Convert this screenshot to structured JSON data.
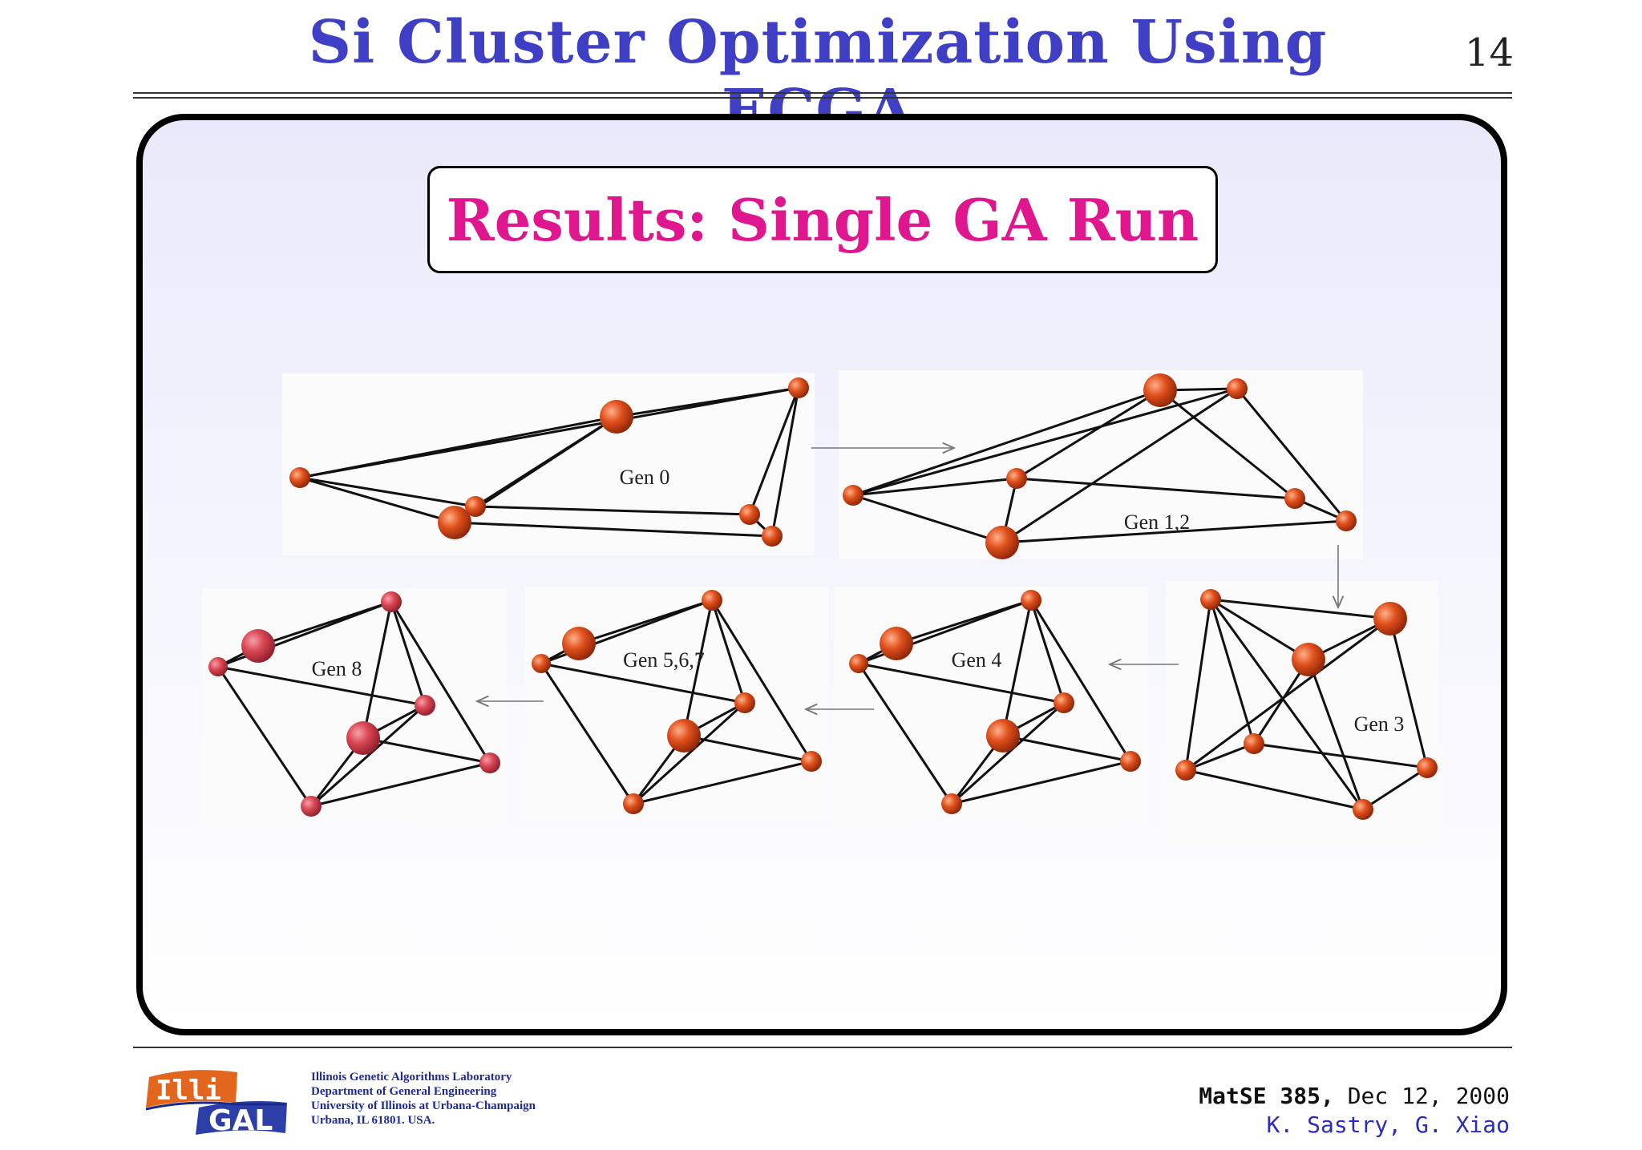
{
  "header": {
    "title": "Si Cluster Optimization Using ECGA",
    "slide_number": "14"
  },
  "panel": {
    "subtitle": "Results: Single GA Run"
  },
  "generations": [
    {
      "id": "gen0",
      "label": "Gen 0"
    },
    {
      "id": "gen12",
      "label": "Gen 1,2"
    },
    {
      "id": "gen3",
      "label": "Gen 3"
    },
    {
      "id": "gen4",
      "label": "Gen 4"
    },
    {
      "id": "gen567",
      "label": "Gen 5,6,7"
    },
    {
      "id": "gen8",
      "label": "Gen 8"
    }
  ],
  "colors": {
    "title": "#3f3fc6",
    "subtitle": "#e0168f",
    "atom": "#d9471a",
    "atom_gen8": "#d64552",
    "authors": "#2b2bc0"
  },
  "footer": {
    "logo_left": "Illi",
    "logo_right": "GAL",
    "lab_lines": [
      "Illinois Genetic Algorithms Laboratory",
      "Department of General Engineering",
      "University of Illinois at Urbana-Champaign",
      "Urbana, IL 61801. USA."
    ],
    "course_name": "MatSE 385,",
    "date": "Dec 12, 2000",
    "authors": "K. Sastry, G. Xiao"
  }
}
